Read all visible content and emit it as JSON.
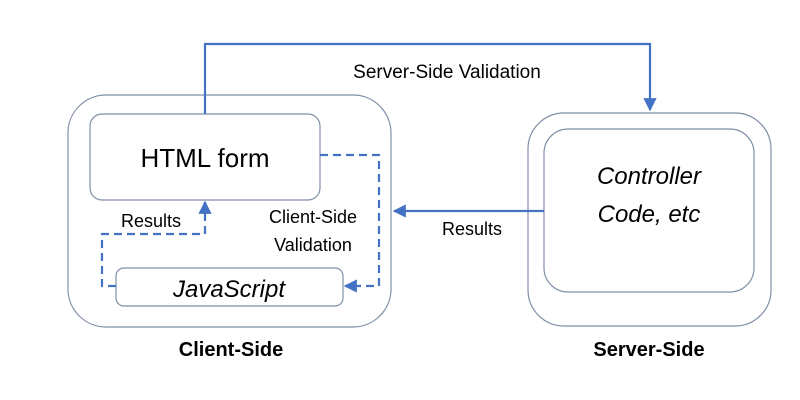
{
  "colors": {
    "arrow": "#4472c4",
    "box_border": "#7f8fa6",
    "text": "#000000"
  },
  "client": {
    "label": "Client-Side",
    "html_form": "HTML form",
    "javascript": "JavaScript",
    "results_label": "Results",
    "validation_line1": "Client-Side",
    "validation_line2": "Validation"
  },
  "server": {
    "label": "Server-Side",
    "code_line1": "Controller",
    "code_line2": "Code, etc"
  },
  "arrows": {
    "server_validation_label": "Server-Side Validation",
    "results_label": "Results"
  }
}
